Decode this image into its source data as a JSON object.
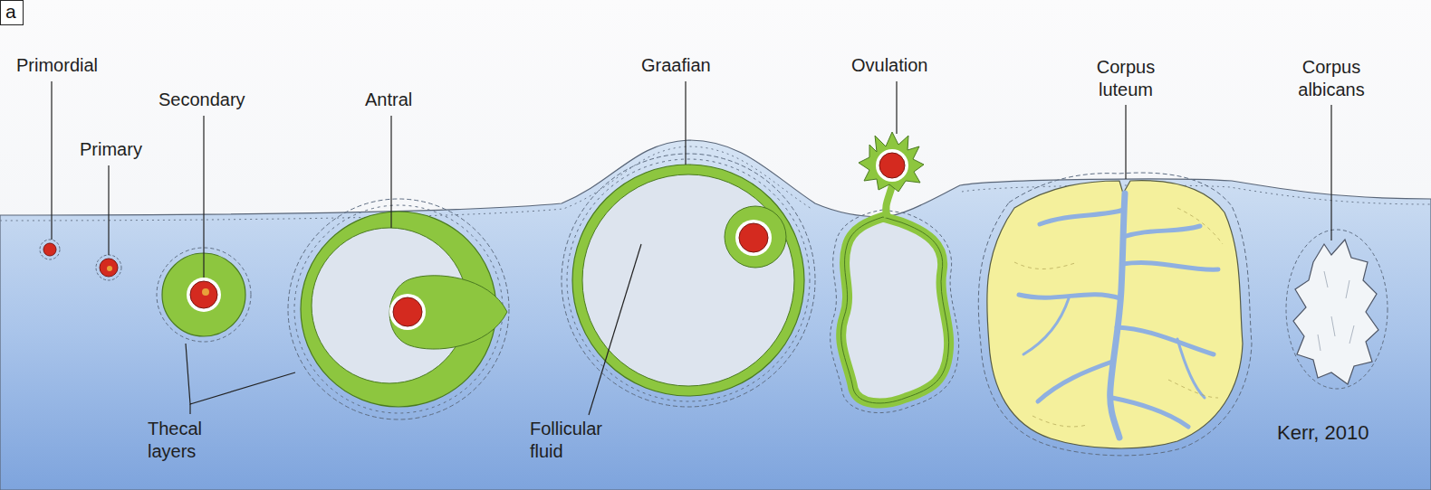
{
  "diagram": {
    "nodes": [
      {
        "text": [
          "a"
        ]
      }
    ],
    "labels": [
      "Primordial",
      "Primary",
      "Secondary",
      "Antral",
      "Graafian",
      "Ovulation",
      "Corpus luteum",
      "Corpus albicans",
      "Thecal layers",
      "Follicular fluid",
      "Kerr, 2010"
    ]
  }
}
